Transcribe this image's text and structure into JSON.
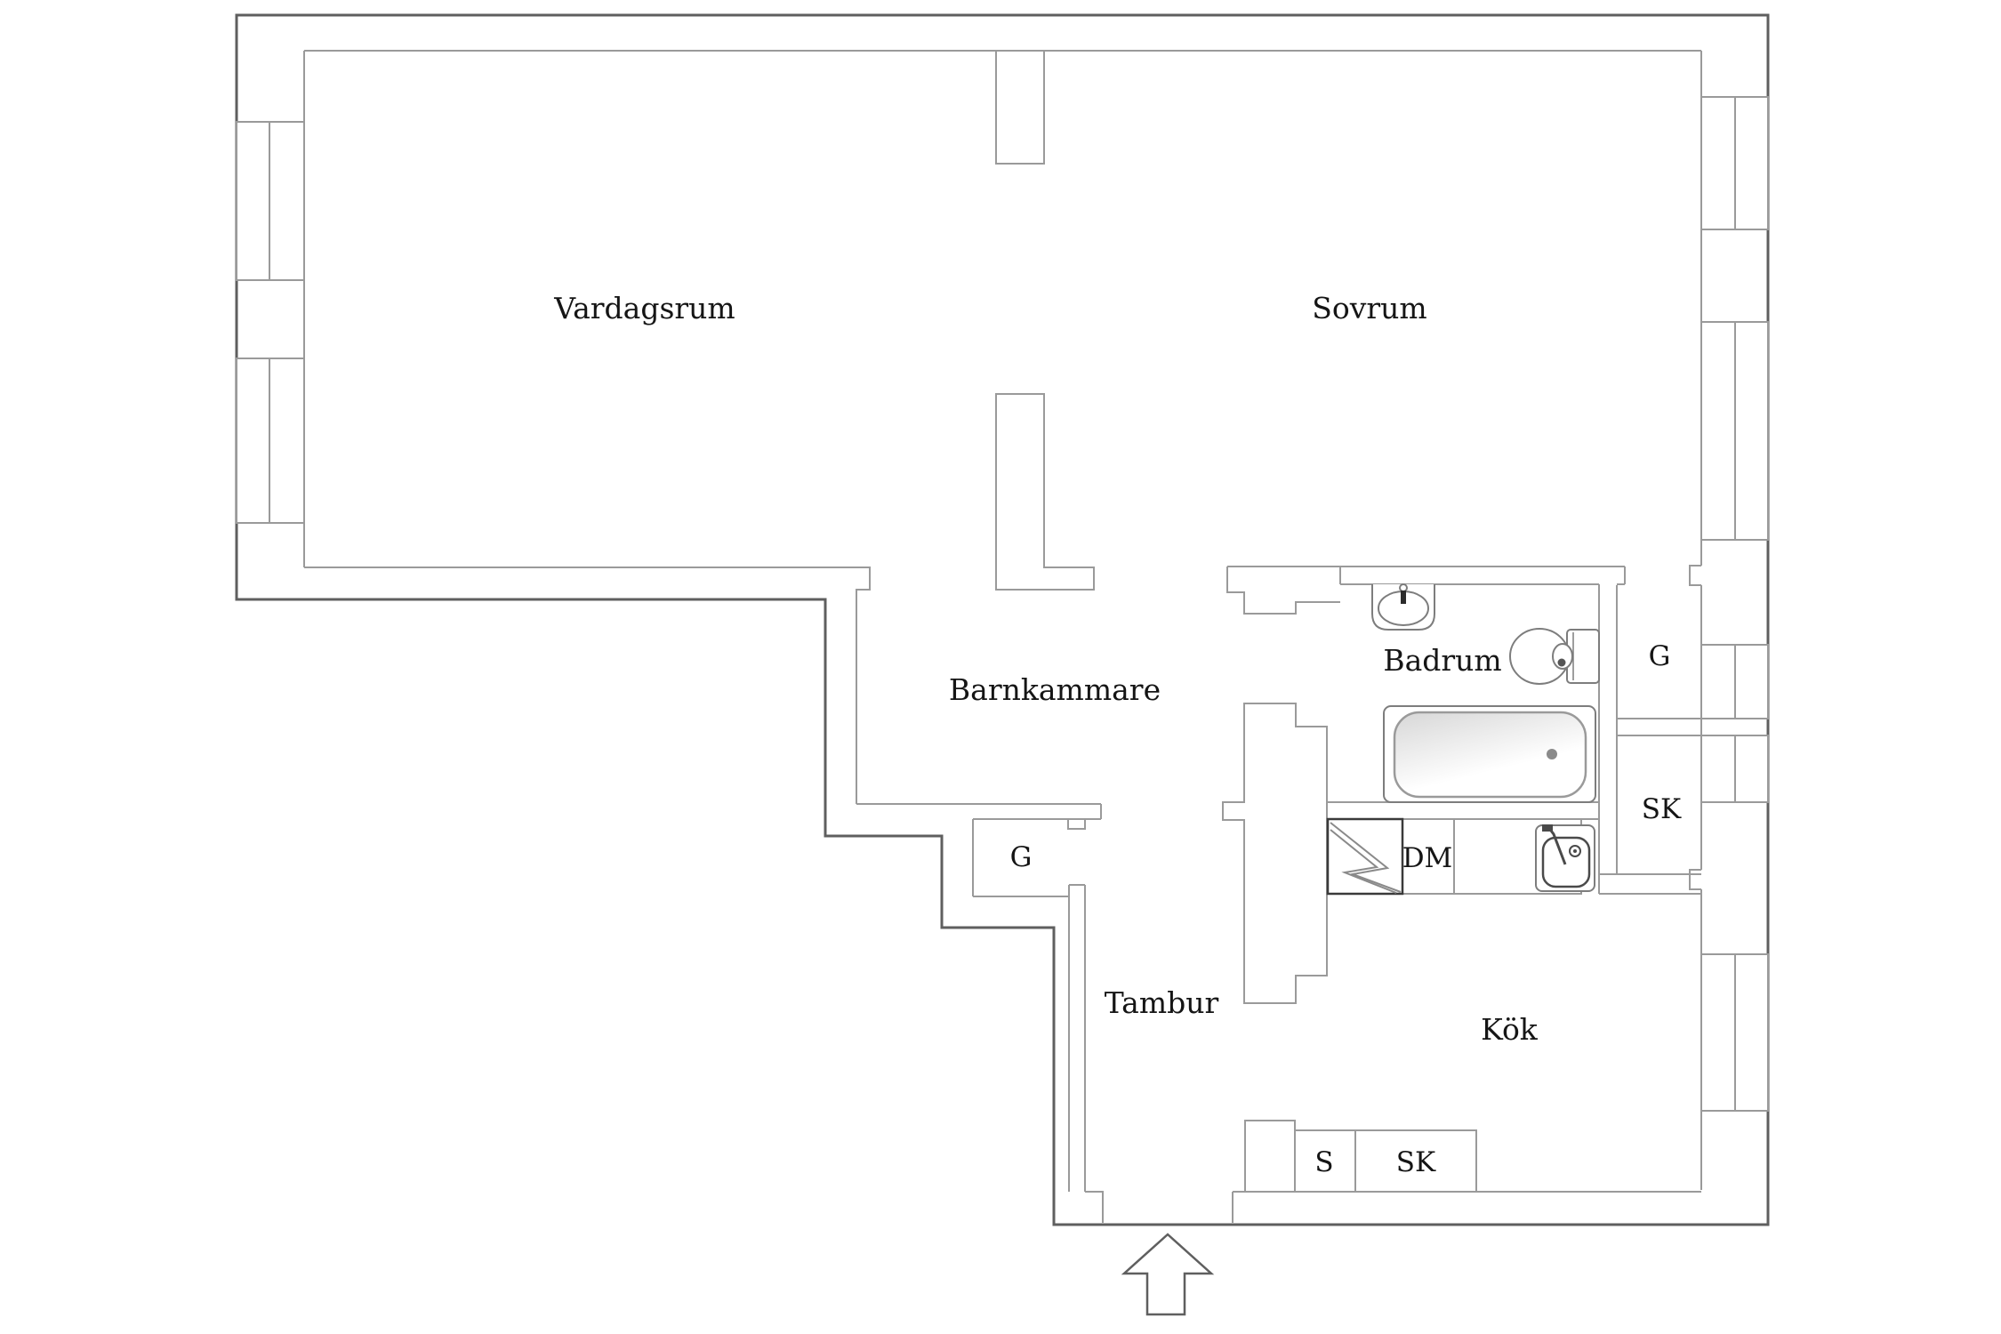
{
  "plan": {
    "title": "apartment-floor-plan",
    "rooms": {
      "vardagsrum": "Vardagsrum",
      "sovrum": "Sovrum",
      "barnkammare": "Barnkammare",
      "badrum": "Badrum",
      "tambur": "Tambur",
      "kok": "Kök"
    },
    "closets": {
      "g_right": "G",
      "sk_right": "SK",
      "g_left": "G",
      "s_bottom": "S",
      "sk_bottom": "SK"
    },
    "appliances": {
      "dishwasher": "DM"
    },
    "fixtures": [
      "bathroom-sink-icon",
      "toilet-icon",
      "bathtub-icon",
      "kitchen-sink-icon",
      "dishwasher-bolt-icon",
      "entrance-arrow-icon"
    ],
    "colors": {
      "background": "#ffffff",
      "wall_line": "#9a9a9a",
      "outer_wall_line": "#5f5f5f",
      "fixture_line": "#7d7d7d",
      "dm_box_line": "#3a3a3a",
      "label_text": "#151515",
      "tub_shade": "#d7d7d7"
    }
  }
}
